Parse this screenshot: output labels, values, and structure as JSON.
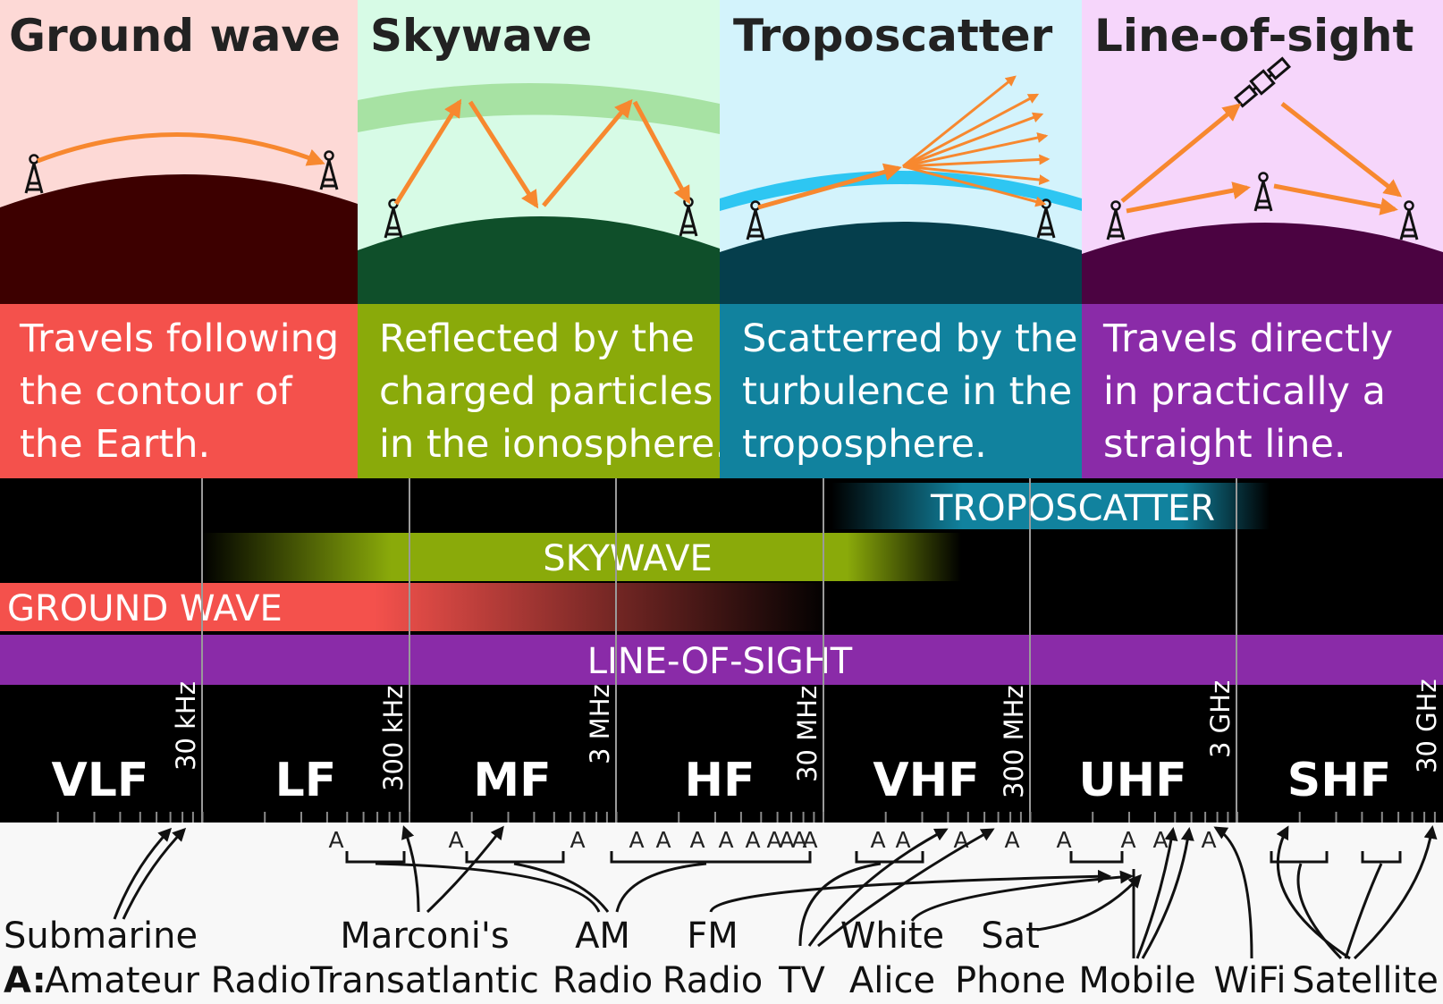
{
  "modes": [
    {
      "title": "Ground wave",
      "description": [
        "Travels following",
        "the contour of",
        "the Earth."
      ],
      "bg": "#fdd9d6",
      "earth": "#3d0000",
      "panel": "#f4514c"
    },
    {
      "title": "Skywave",
      "description": [
        "Reflected by the",
        "charged particles",
        "in the ionosphere."
      ],
      "bg": "#d7fbe6",
      "earth": "#0f4f2a",
      "panel": "#8aaa0a",
      "layer": "#a7e2a3"
    },
    {
      "title": "Troposcatter",
      "description": [
        "Scatterred by the",
        "turbulence in the",
        "troposphere."
      ],
      "bg": "#d3f3fc",
      "earth": "#053e4c",
      "panel": "#11829e",
      "layer": "#2ec6f2"
    },
    {
      "title": "Line-of-sight",
      "description": [
        "Travels directly",
        "in practically a",
        "straight line."
      ],
      "bg": "#f6d6fb",
      "earth": "#4b0341",
      "panel": "#8a2ba8"
    }
  ],
  "propagation_bands": {
    "troposcatter": "TROPOSCATTER",
    "skywave": "SKYWAVE",
    "ground_wave": "GROUND WAVE",
    "line_of_sight": "LINE-OF-SIGHT"
  },
  "frequency_bands": [
    {
      "name": "VLF",
      "upper": "30 kHz"
    },
    {
      "name": "LF",
      "upper": "300 kHz"
    },
    {
      "name": "MF",
      "upper": "3 MHz"
    },
    {
      "name": "HF",
      "upper": "30 MHz"
    },
    {
      "name": "VHF",
      "upper": "300 MHz"
    },
    {
      "name": "UHF",
      "upper": "3 GHz"
    },
    {
      "name": "SHF",
      "upper": "30 GHz"
    }
  ],
  "amateur_marker": "A",
  "applications": [
    {
      "top": "Submarine",
      "bottom": ""
    },
    {
      "top": "Marconi's",
      "bottom": "Transatlantic"
    },
    {
      "top": "AM",
      "bottom": "Radio"
    },
    {
      "top": "FM",
      "bottom": "Radio"
    },
    {
      "top": "",
      "bottom": "TV"
    },
    {
      "top": "White",
      "bottom": "Alice"
    },
    {
      "top": "Sat",
      "bottom": "Phone"
    },
    {
      "top": "",
      "bottom": "Mobile"
    },
    {
      "top": "",
      "bottom": "WiFi"
    },
    {
      "top": "",
      "bottom": "Satellite"
    }
  ],
  "legend": {
    "key": "A:",
    "text": "Amateur Radio"
  },
  "colors": {
    "arrow": "#f7882f",
    "ground": "#f4514c",
    "sky": "#8aaa0a",
    "tropo": "#11829e",
    "los": "#8a2ba8",
    "strip": "#f8f8f8"
  }
}
